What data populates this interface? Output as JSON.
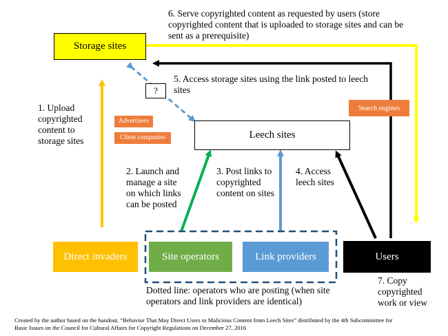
{
  "nodes": {
    "storage_sites": "Storage sites",
    "leech_sites": "Leech sites",
    "direct_invaders": "Direct invaders",
    "site_operators": "Site operators",
    "link_providers": "Link providers",
    "users": "Users",
    "question_mark": "?",
    "advertisers": "Advertisers",
    "client_companies": "Client companies",
    "search_engines": "Search engines"
  },
  "labels": {
    "step1": "1. Upload copyrighted content to storage sites",
    "step2": "2. Launch and manage a site on which links can be posted",
    "step3": "3. Post links to copyrighted content on sites",
    "step4": "4. Access leech sites",
    "step5": "5. Access storage sites using the link posted to leech sites",
    "step6": "6. Serve copyrighted content as requested by users (store copyrighted content that is uploaded to storage sites and can be sent as a prerequisite)",
    "step7": "7. Copy copyrighted work or view",
    "dotted_note": "Dotted line: operators who are posting (when site operators and link providers are identical)"
  },
  "footer": "Created by the author based on the handout, “Behavior That May Direct Users to Malicious Content from Leech Sites” distributed by the 4th Subcommittee for Basic Issues on the Council for Cultural Affairs for Copyright Regulations on December 27, 2016",
  "colors": {
    "yellow": "#ffff00",
    "gold": "#ffc000",
    "green": "#70ad47",
    "blue": "#5b9bd5",
    "dashed_navy": "#1f4e79",
    "orange": "#ed7d31",
    "black": "#000000"
  }
}
